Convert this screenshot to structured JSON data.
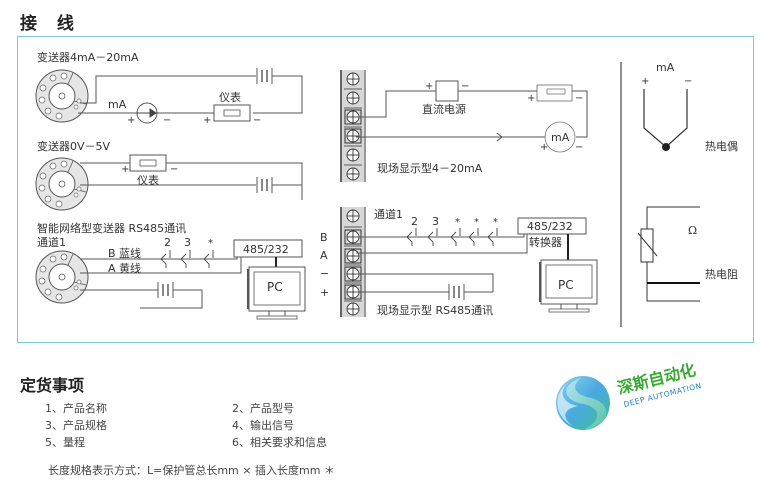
{
  "section_titles": {
    "wiring": "接 线",
    "ordering": "定货事项"
  },
  "diagram": {
    "left": {
      "transmitter_current": {
        "title": "变送器4mA－20mA",
        "ammeter_label": "mA",
        "meter_label": "仪表",
        "plus": "+",
        "minus": "−"
      },
      "transmitter_voltage": {
        "title": "变送器0V－5V",
        "meter_label": "仪表",
        "plus": "+",
        "minus": "−"
      },
      "smart_rs485": {
        "title": "智能网络型变送器 RS485通讯",
        "channel": "通道1",
        "wire_b": "B 蓝线",
        "wire_a": "A 黄线",
        "taps": [
          "2",
          "3",
          "*"
        ],
        "converter": "485/232",
        "pc": "PC"
      }
    },
    "middle": {
      "display_current": {
        "caption": "现场显示型4－20mA",
        "power_label": "直流电源",
        "ammeter_label": "mA",
        "plus": "+",
        "minus": "−"
      },
      "display_rs485": {
        "caption": "现场显示型 RS485通讯",
        "channel": "通道1",
        "terminal_labels": [
          "B",
          "A",
          "−",
          "+"
        ],
        "taps": [
          "2",
          "3",
          "*",
          "*",
          "*"
        ],
        "converter": "485/232",
        "converter_label": "转换器",
        "pc": "PC"
      }
    },
    "right": {
      "thermocouple": {
        "unit": "mA",
        "plus": "+",
        "minus": "−",
        "label": "热电偶"
      },
      "rtd": {
        "unit": "Ω",
        "label": "热电阻"
      }
    }
  },
  "ordering": {
    "items": [
      "1、产品名称",
      "2、产品型号",
      "3、产品规格",
      "4、输出信号",
      "5、量程",
      "6、相关要求和信息"
    ],
    "note": "长度规格表示方式：L=保护管总长mm × 插入长度mm ＊"
  },
  "logo": {
    "name_cn": "深斯自动化",
    "name_en": "DEEP AUTOMATION"
  }
}
